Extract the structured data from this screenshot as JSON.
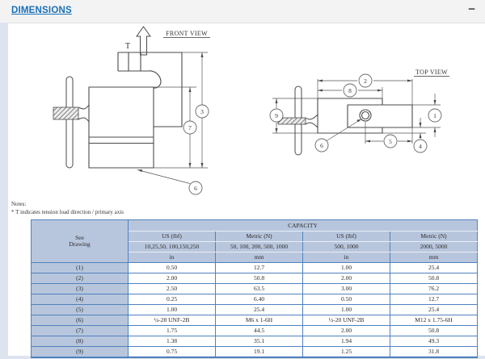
{
  "panel": {
    "title": "DIMENSIONS",
    "collapse_icon": "−"
  },
  "colors": {
    "title_blue": "#1a70b8",
    "table_border": "#4f81bd",
    "table_header_fill": "#b8c6dd",
    "page_margin": "#dde4ef"
  },
  "drawings": {
    "front_view": {
      "label": "FRONT VIEW",
      "tension_label": "T",
      "callouts": [
        "3",
        "7",
        "6"
      ]
    },
    "top_view": {
      "label": "TOP VIEW",
      "callouts": [
        "2",
        "8",
        "9",
        "1",
        "4",
        "5",
        "6"
      ]
    }
  },
  "notes": {
    "line1": "Notes:",
    "line2": "* T indicates tension load direction / primary axis"
  },
  "table": {
    "see_drawing_header": "See\nDrawing",
    "capacity_header": "CAPACITY",
    "unit_headers": [
      "US (lbf)",
      "Metric (N)",
      "US (lbf)",
      "Metric (N)"
    ],
    "capacity_values": [
      "10,25,50, 100,150,250",
      "50, 100, 200, 500, 1000",
      "500, 1000",
      "2000, 5000"
    ],
    "unit_row": [
      "in",
      "mm",
      "in",
      "mm"
    ],
    "rows": [
      {
        "ref": "(1)",
        "values": [
          "0.50",
          "12.7",
          "1.00",
          "25.4"
        ]
      },
      {
        "ref": "(2)",
        "values": [
          "2.00",
          "50.8",
          "2.00",
          "50.8"
        ]
      },
      {
        "ref": "(3)",
        "values": [
          "2.50",
          "63.5",
          "3.00",
          "76.2"
        ]
      },
      {
        "ref": "(4)",
        "values": [
          "0.25",
          "6.40",
          "0.50",
          "12.7"
        ]
      },
      {
        "ref": "(5)",
        "values": [
          "1.00",
          "25.4",
          "1.00",
          "25.4"
        ]
      },
      {
        "ref": "(6)",
        "values": [
          "¼-28 UNF-2B",
          "M6 x 1-6H",
          "½-20 UNF-2B",
          "M12 x 1.75-6H"
        ]
      },
      {
        "ref": "(7)",
        "values": [
          "1.75",
          "44.5",
          "2.00",
          "50.8"
        ]
      },
      {
        "ref": "(8)",
        "values": [
          "1.38",
          "35.1",
          "1.94",
          "49.3"
        ]
      },
      {
        "ref": "(9)",
        "values": [
          "0.75",
          "19.1",
          "1.25",
          "31.8"
        ]
      }
    ]
  }
}
